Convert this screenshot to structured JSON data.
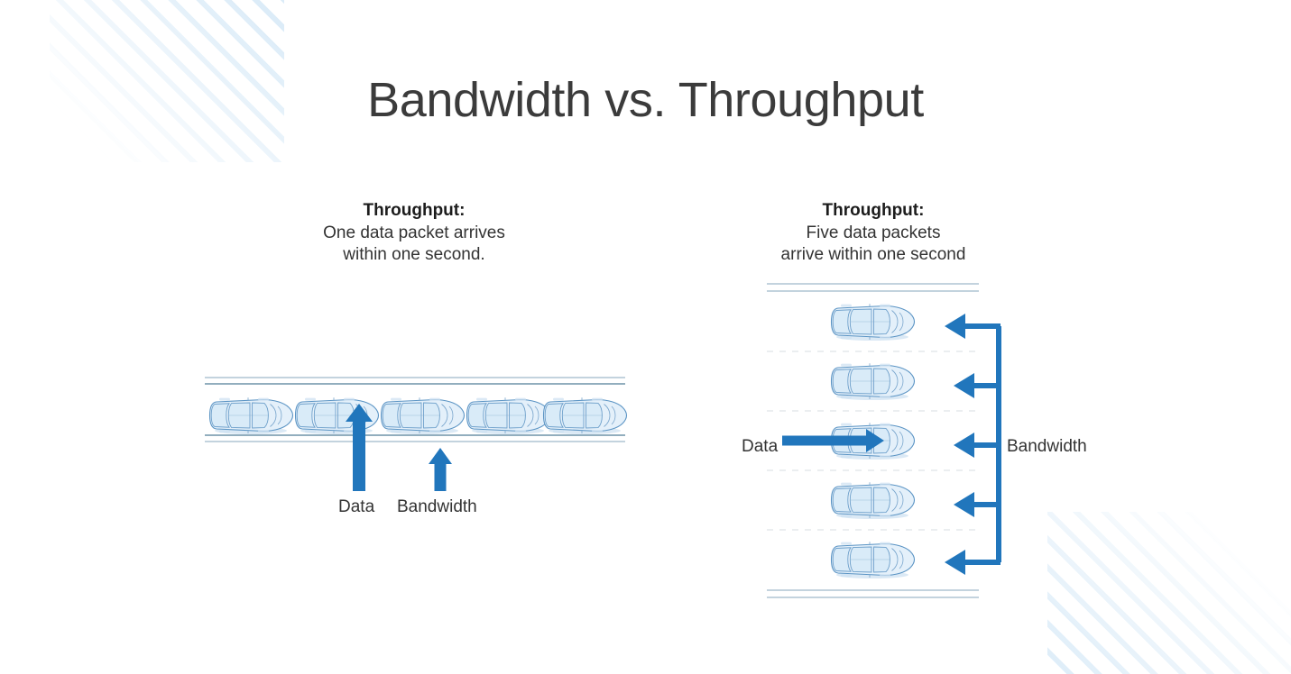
{
  "slide": {
    "title": "Bandwidth vs. Throughput",
    "background_color": "#ffffff",
    "accent_color": "#2176bc",
    "car_fill_color": "#e4f0fa",
    "car_stroke_color": "#5b94c4",
    "road_line_color": "#6f93a8",
    "lane_dash_color": "#dfe3e6",
    "decoration": "diagonal-stripes-corners",
    "decoration_color": "#d6e9f7"
  },
  "panels": [
    {
      "id": "left",
      "caption_heading": "Throughput:",
      "caption_lines": [
        "One data packet arrives",
        "within one second."
      ],
      "orientation": "horizontal-single-lane",
      "lane_count": 1,
      "car_count": 5,
      "data_packets_arriving": 1,
      "data_label": "Data",
      "bandwidth_label": "Bandwidth",
      "data_arrow_direction": "up",
      "bandwidth_arrow_direction": "up",
      "data_arrow_target_car_index": 2
    },
    {
      "id": "right",
      "caption_heading": "Throughput:",
      "caption_lines": [
        "Five data packets",
        "arrive within one second"
      ],
      "orientation": "vertical-multi-lane",
      "lane_count": 5,
      "car_count": 5,
      "data_packets_arriving": 5,
      "data_label": "Data",
      "bandwidth_label": "Bandwidth",
      "data_arrow_direction": "right",
      "bandwidth_arrow_direction": "left",
      "data_arrow_target_car_index": 3,
      "bandwidth_bracket_arms": 5
    }
  ]
}
